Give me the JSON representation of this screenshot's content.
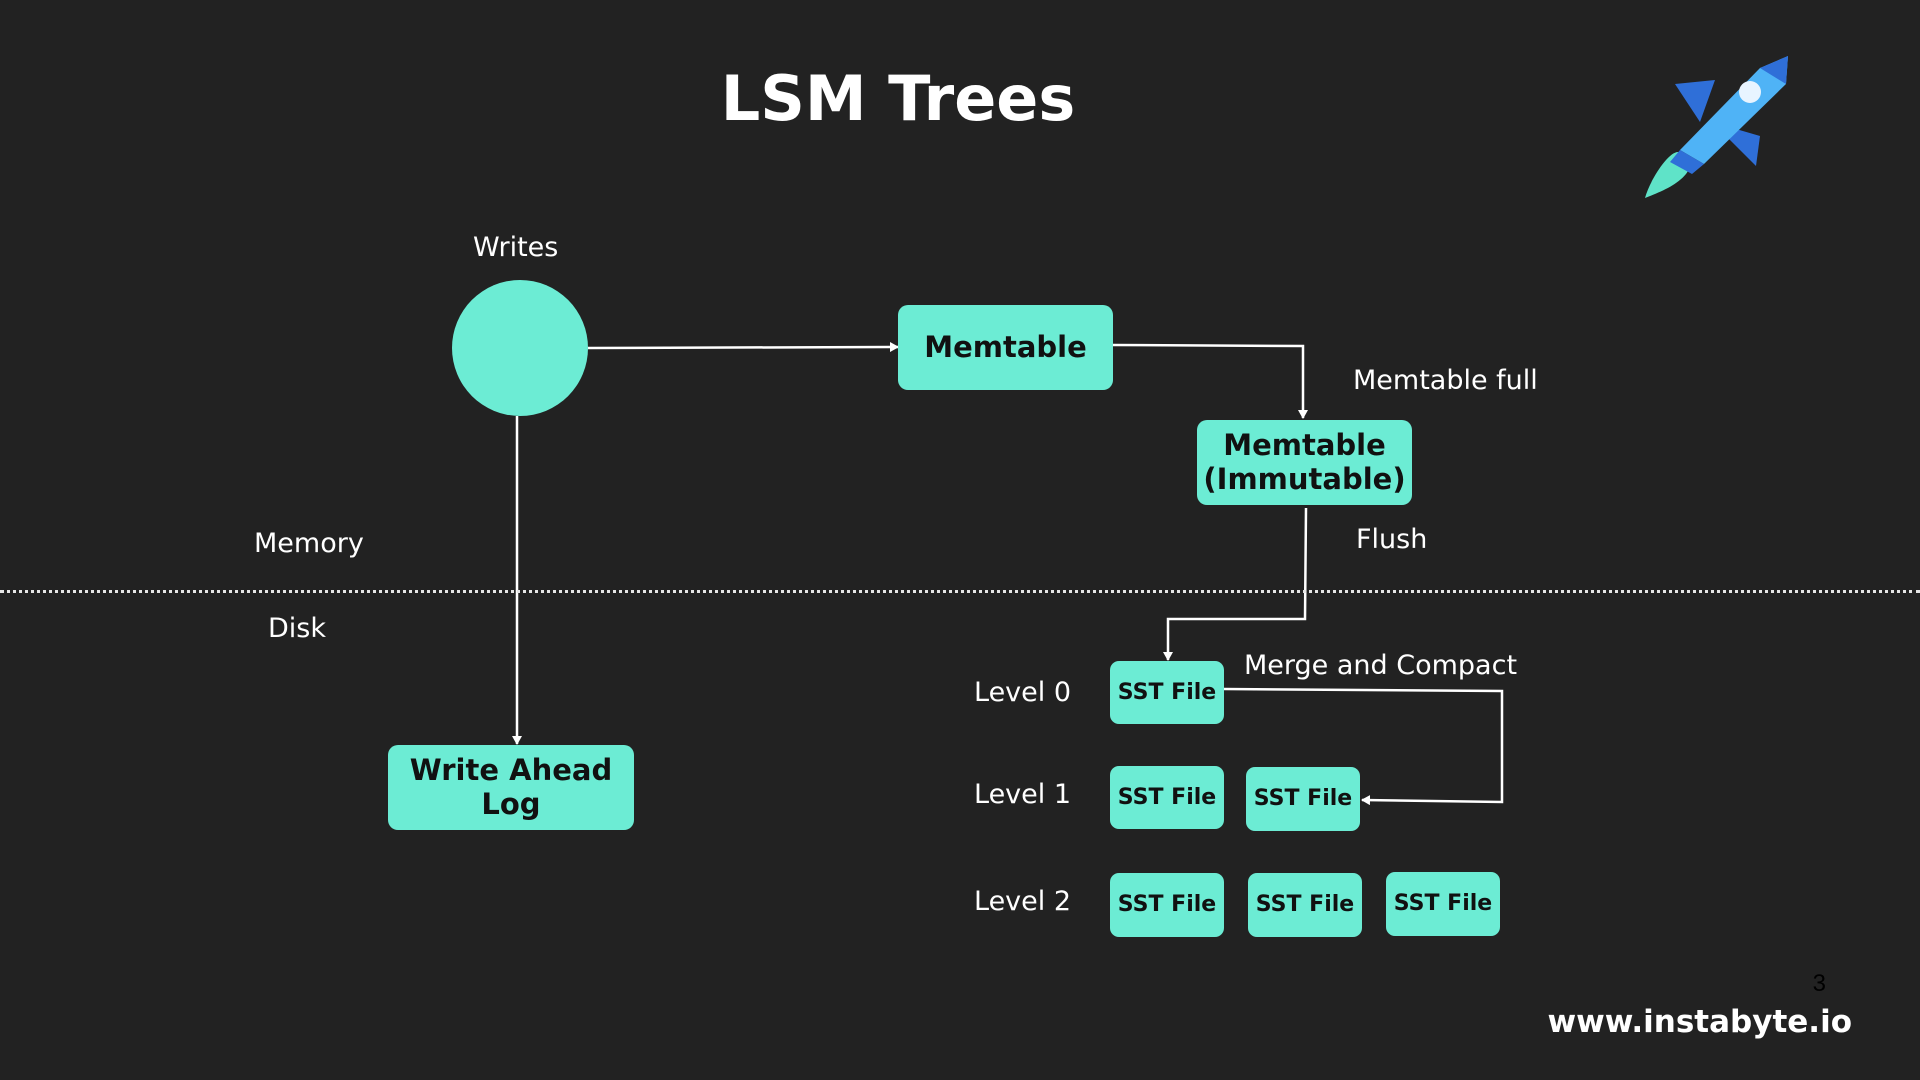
{
  "slide": {
    "title": "LSM Trees",
    "page_number": "3",
    "website": "www.instabyte.io"
  },
  "regions": {
    "memory_label": "Memory",
    "disk_label": "Disk"
  },
  "nodes": {
    "writes_label": "Writes",
    "memtable": "Memtable",
    "memtable_immutable_line1": "Memtable",
    "memtable_immutable_line2": "(Immutable)",
    "wal_line1": "Write Ahead",
    "wal_line2": "Log"
  },
  "edges": {
    "memtable_full": "Memtable full",
    "flush": "Flush",
    "merge_compact": "Merge and Compact"
  },
  "levels": [
    {
      "label": "Level 0",
      "files": [
        "SST File"
      ]
    },
    {
      "label": "Level 1",
      "files": [
        "SST File",
        "SST File"
      ]
    },
    {
      "label": "Level 2",
      "files": [
        "SST File",
        "SST File",
        "SST File"
      ]
    }
  ],
  "colors": {
    "background": "#222222",
    "node_fill": "#6cecd4",
    "text_light": "#ffffff",
    "text_dark": "#111111"
  },
  "icons": {
    "logo": "rocket-icon"
  }
}
